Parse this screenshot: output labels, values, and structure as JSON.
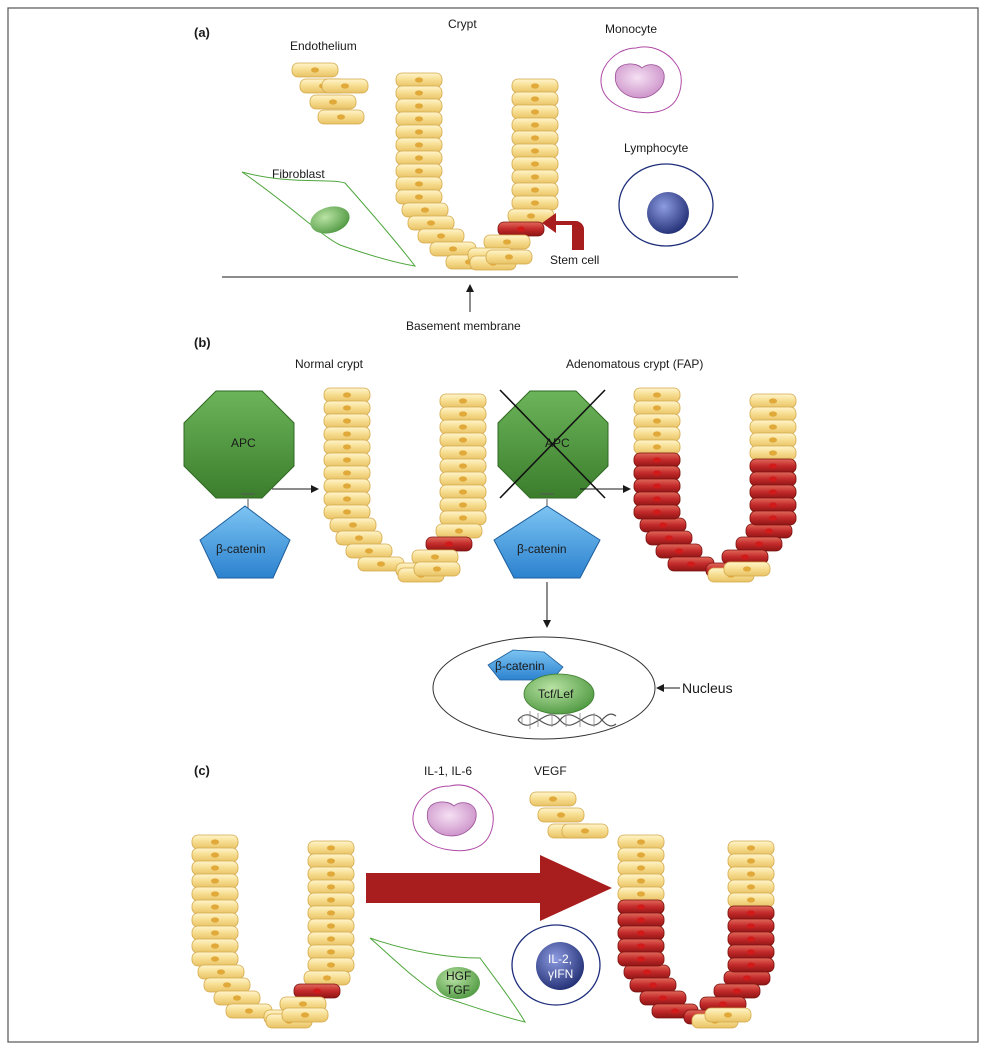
{
  "panels": {
    "a": {
      "label": "(a)",
      "crypt": "Crypt",
      "endothelium": "Endothelium",
      "monocyte": "Monocyte",
      "lymphocyte": "Lymphocyte",
      "fibroblast": "Fibroblast",
      "stem_cell": "Stem cell",
      "basement_membrane": "Basement membrane"
    },
    "b": {
      "label": "(b)",
      "normal_crypt": "Normal crypt",
      "adenomatous_crypt": "Adenomatous crypt (FAP)",
      "apc": "APC",
      "beta_catenin": "β-catenin",
      "tcf_lef": "Tcf/Lef",
      "nucleus": "Nucleus"
    },
    "c": {
      "label": "(c)",
      "il": "IL-1, IL-6",
      "vegf": "VEGF",
      "hgf_tgf": [
        "HGF",
        "TGF"
      ],
      "il2_ifn": [
        "IL-2,",
        "γIFN"
      ]
    }
  },
  "colors": {
    "cell_fill": "#f6dc8e",
    "cell_stroke": "#d9b24a",
    "nucleus_yellow": "#ddae3c",
    "red_cell": "#c3292a",
    "red_nucleus": "#f2b5b5",
    "green": "#4e9a3d",
    "blue": "#3d9ae0",
    "navy": "#1e2e7a",
    "purple": "#c37ec0",
    "arrow_red": "#a81d1d"
  }
}
